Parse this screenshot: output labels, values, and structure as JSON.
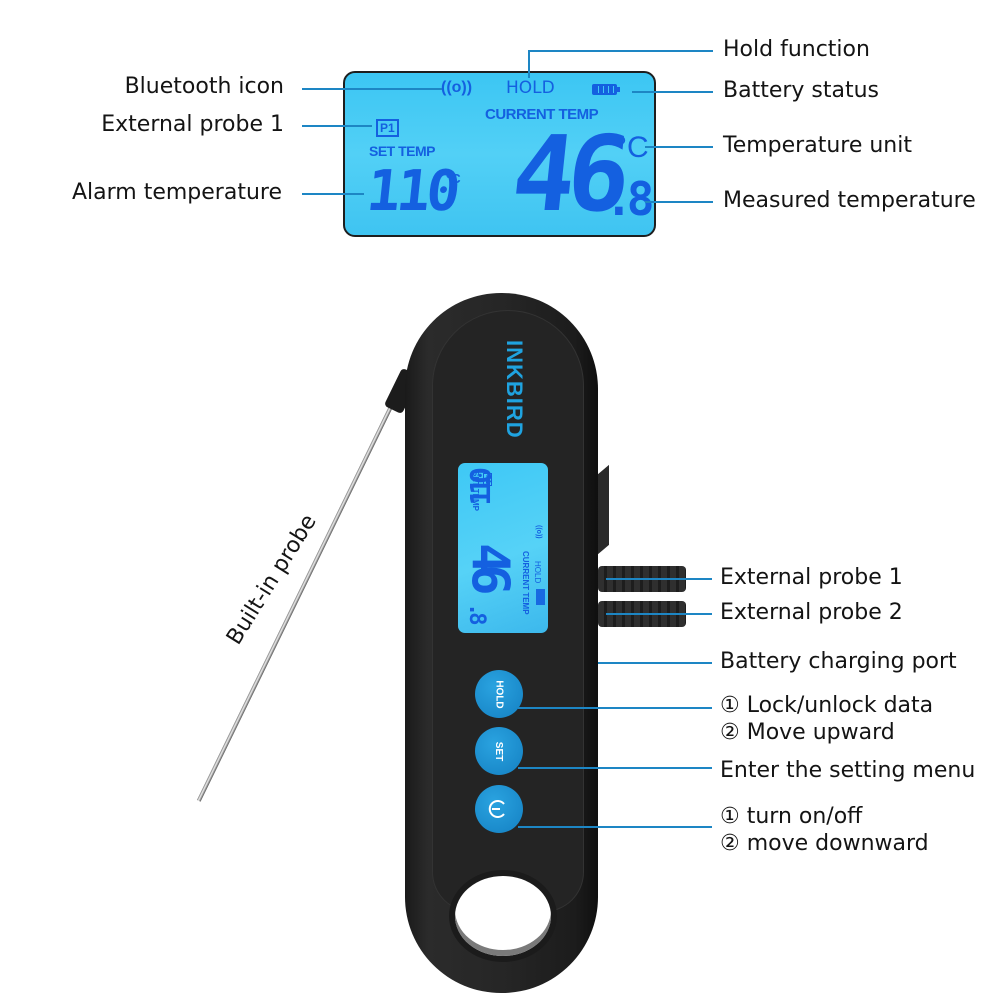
{
  "colors": {
    "leader_line": "#1d86c4",
    "lcd_background": "#4ccdf5",
    "lcd_segments": "#1460e0",
    "brand": "#1fa3e0",
    "button": "#1a8fd0",
    "device_body": "#232323"
  },
  "lcd_display": {
    "bluetooth_icon": "((o))",
    "hold": "HOLD",
    "battery_icon": "battery-full",
    "current_temp_label": "CURRENT TEMP",
    "probe_indicator": "P1",
    "set_temp_label": "SET TEMP",
    "set_temp_value": "110",
    "set_temp_unit": "°C",
    "current_temp_value": "46",
    "current_temp_decimal": ".8",
    "current_temp_unit": "°C"
  },
  "top_callouts": {
    "left": [
      {
        "label": "Bluetooth icon"
      },
      {
        "label": "External probe 1"
      },
      {
        "label": "Alarm temperature"
      }
    ],
    "right": [
      {
        "label": "Hold function"
      },
      {
        "label": "Battery status"
      },
      {
        "label": "Temperature unit"
      },
      {
        "label": "Measured temperature"
      }
    ]
  },
  "device": {
    "brand": "INKBIRD",
    "buttons": [
      {
        "label": "HOLD",
        "icon": "hold"
      },
      {
        "label": "SET",
        "icon": "set"
      },
      {
        "label": "",
        "icon": "power-icon"
      }
    ],
    "probe_label": "Built-in probe"
  },
  "device_callouts": [
    {
      "label": "External probe 1"
    },
    {
      "label": "External probe 2"
    },
    {
      "label": "Battery charging port"
    },
    {
      "line1": "① Lock/unlock data",
      "line2": "② Move upward"
    },
    {
      "label": "Enter the setting menu"
    },
    {
      "line1": "① turn on/off",
      "line2": "② move downward"
    }
  ]
}
